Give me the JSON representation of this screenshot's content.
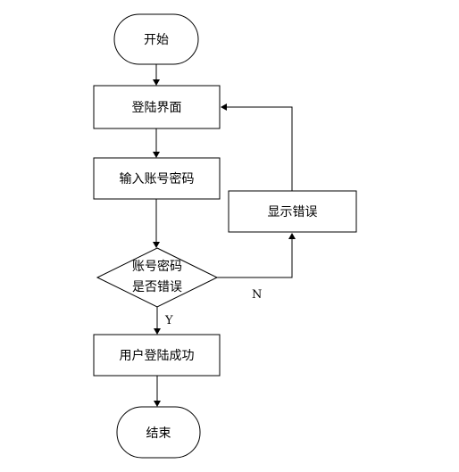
{
  "nodes": {
    "start": "开始",
    "login_screen": "登陆界面",
    "enter_credentials": "输入账号密码",
    "check_line1": "账号密码",
    "check_line2": "是否错误",
    "show_error": "显示错误",
    "login_success": "用户登陆成功",
    "end": "结束"
  },
  "branch_labels": {
    "no": "N",
    "yes": "Y"
  },
  "colors": {
    "stroke": "#000000",
    "fill": "#ffffff"
  }
}
